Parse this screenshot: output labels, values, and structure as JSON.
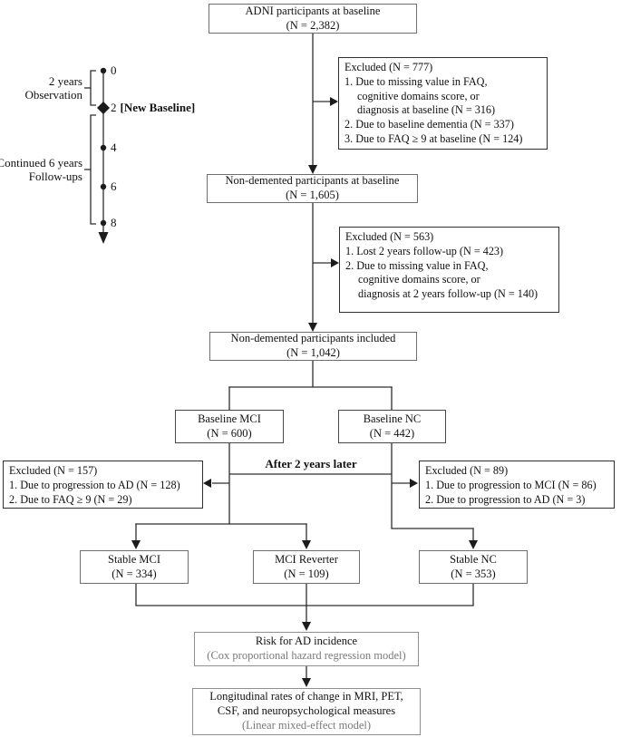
{
  "figure": {
    "background": "#ffffff",
    "line_color": "#2e2e2e",
    "model_text_color": "#7a7a7a"
  },
  "timeline": {
    "tick_0": "0",
    "tick_2": "2",
    "tick_2_suffix": "[New Baseline]",
    "tick_4": "4",
    "tick_6": "6",
    "tick_8": "8",
    "observation_line1": "2 years",
    "observation_line2": "Observation",
    "followup_line1": "Continued 6 years",
    "followup_line2": "Follow-ups"
  },
  "flow": {
    "adni": {
      "title": "ADNI participants at baseline",
      "n": "(N = 2,382)"
    },
    "excluded_baseline": {
      "title": "Excluded (N = 777)",
      "items": [
        [
          "1. Due to missing value in FAQ,",
          "cognitive domains score, or",
          "diagnosis at baseline (N = 316)"
        ],
        [
          "2. Due to baseline dementia (N = 337)"
        ],
        [
          "3. Due to FAQ ≥ 9 at baseline (N = 124)"
        ]
      ]
    },
    "nondemented_baseline": {
      "title": "Non-demented participants at baseline",
      "n": "(N = 1,605)"
    },
    "excluded_followup": {
      "title": "Excluded (N = 563)",
      "items": [
        [
          "1. Lost 2 years follow-up (N = 423)"
        ],
        [
          "2. Due to missing value in FAQ,",
          "cognitive domains score, or",
          "diagnosis at 2 years follow-up (N = 140)"
        ]
      ]
    },
    "nondemented_included": {
      "title": "Non-demented participants included",
      "n": "(N = 1,042)"
    },
    "baseline_mci": {
      "title": "Baseline MCI",
      "n": "(N = 600)"
    },
    "baseline_nc": {
      "title": "Baseline NC",
      "n": "(N = 442)"
    },
    "after_label": "After 2 years later",
    "excluded_mci": {
      "title": "Excluded (N = 157)",
      "items": [
        [
          "1. Due to progression to AD (N = 128)"
        ],
        [
          "2. Due to FAQ ≥ 9 (N = 29)"
        ]
      ]
    },
    "excluded_nc": {
      "title": "Excluded (N = 89)",
      "items": [
        [
          "1. Due to progression to MCI (N = 86)"
        ],
        [
          "2. Due to progression to AD (N = 3)"
        ]
      ]
    },
    "stable_mci": {
      "title": "Stable MCI",
      "n": "(N = 334)"
    },
    "mci_reverter": {
      "title": "MCI Reverter",
      "n": "(N = 109)"
    },
    "stable_nc": {
      "title": "Stable NC",
      "n": "(N = 353)"
    },
    "risk": {
      "title": "Risk for AD incidence",
      "model": "(Cox proportional hazard regression model)"
    },
    "longitudinal": {
      "line1": "Longitudinal rates of change in MRI, PET,",
      "line2": "CSF, and neuropsychological measures",
      "model": "(Linear mixed-effect model)"
    }
  }
}
